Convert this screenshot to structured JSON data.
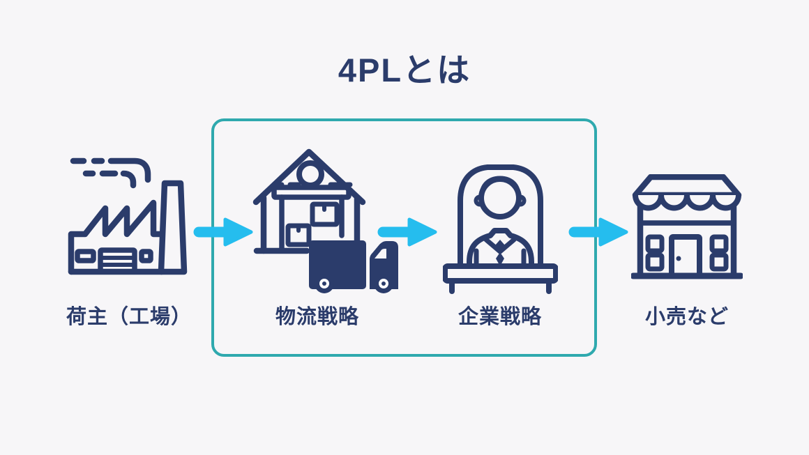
{
  "title": "4PLとは",
  "colors": {
    "background": "#f7f6f8",
    "icon_navy": "#2b3c6b",
    "arrow_cyan": "#25bdee",
    "highlight_teal": "#2fa9ae"
  },
  "flow": {
    "items": [
      {
        "id": "shipper",
        "label": "荷主（工場）",
        "icon": "factory-icon"
      },
      {
        "id": "logistics-strategy",
        "label": "物流戦略",
        "icon": "warehouse-truck-icon",
        "inside_highlight_box": true
      },
      {
        "id": "corporate-strategy",
        "label": "企業戦略",
        "icon": "executive-desk-icon",
        "inside_highlight_box": true
      },
      {
        "id": "retail",
        "label": "小売など",
        "icon": "storefront-icon"
      }
    ],
    "arrow_count": 3,
    "highlight_box_encloses": [
      "物流戦略",
      "企業戦略"
    ]
  }
}
